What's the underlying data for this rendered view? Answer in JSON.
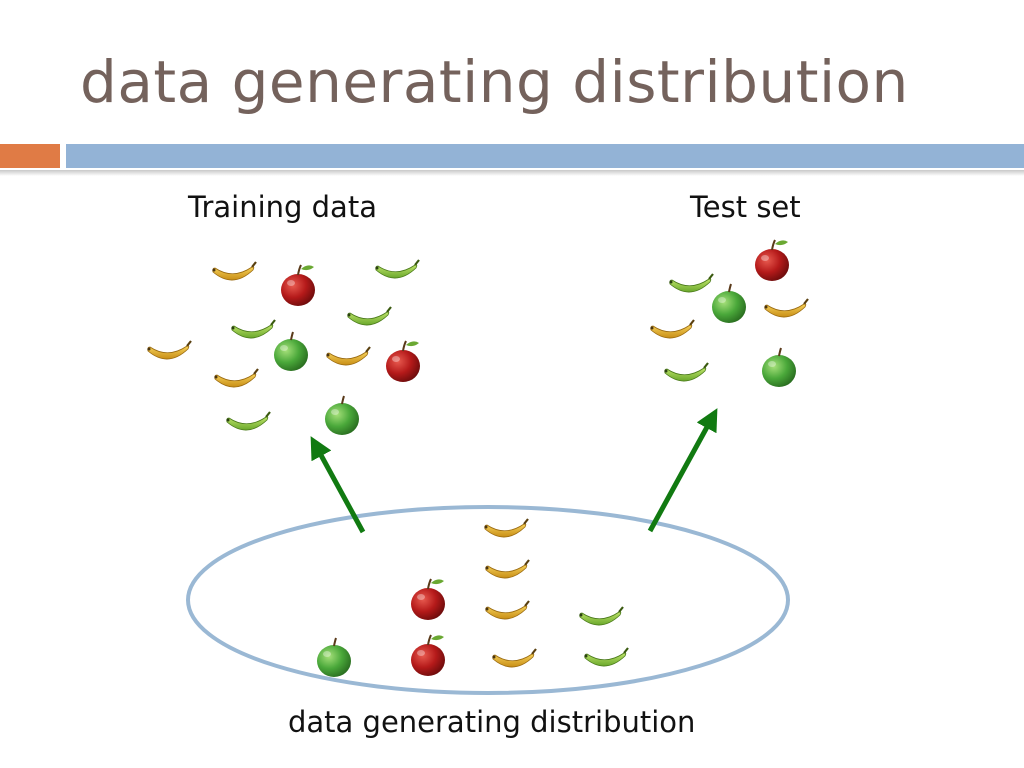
{
  "title": "data generating distribution",
  "labels": {
    "training": "Training data",
    "test": "Test set",
    "distribution": "data generating distribution"
  },
  "colors": {
    "title_text": "#74625c",
    "accent_orange": "#e07b45",
    "accent_blue": "#93b3d6",
    "ellipse_stroke": "#9ab8d4",
    "arrow": "#117a11",
    "red_apple": "#b51a1a",
    "green_apple": "#4aa83a",
    "yellow_banana": "#e8b32a",
    "green_banana": "#8cc83a"
  },
  "groups": {
    "training": [
      "yellow-banana",
      "red-apple",
      "green-banana",
      "green-banana",
      "green-banana",
      "yellow-banana",
      "green-apple",
      "yellow-banana",
      "red-apple",
      "yellow-banana",
      "green-banana",
      "green-apple"
    ],
    "test": [
      "red-apple",
      "green-banana",
      "green-apple",
      "yellow-banana",
      "yellow-banana",
      "green-banana",
      "green-apple"
    ],
    "distribution": [
      "yellow-banana",
      "yellow-banana",
      "red-apple",
      "yellow-banana",
      "green-banana",
      "green-apple",
      "red-apple",
      "yellow-banana",
      "green-banana"
    ]
  }
}
